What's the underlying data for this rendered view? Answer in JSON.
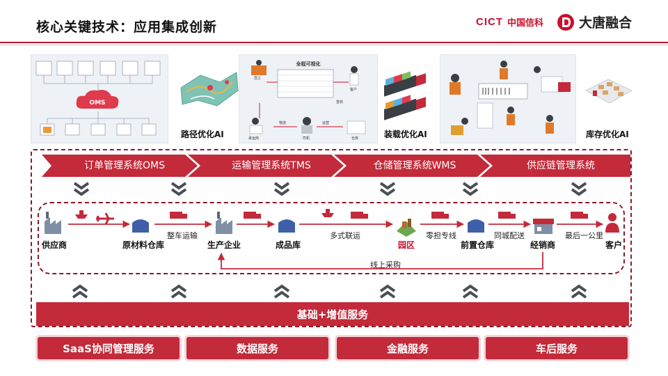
{
  "header": {
    "title": "核心关键技术：应用集成创新",
    "logo_cict": "CICT",
    "logo_cict_cn": "中国信科",
    "logo_datang_cn": "大唐融合"
  },
  "ai_modules": [
    {
      "label": "路径优化AI"
    },
    {
      "label": "装载优化AI"
    },
    {
      "label": "库存优化AI"
    }
  ],
  "illustration_text": {
    "oms_center": "OMS",
    "flow_chart_title": "全程可视化",
    "p2_labels": [
      "员工",
      "客户",
      "承运商",
      "司机",
      "仓库",
      "物流",
      "运营",
      "签收"
    ]
  },
  "systems": [
    {
      "label": "订单管理系统OMS"
    },
    {
      "label": "运输管理系统TMS"
    },
    {
      "label": "仓储管理系统WMS"
    },
    {
      "label": "供应链管理系统"
    }
  ],
  "chain_nodes": [
    {
      "label": "供应商",
      "highlight": false
    },
    {
      "label": "原材料仓库",
      "highlight": false
    },
    {
      "label": "生产企业",
      "highlight": false
    },
    {
      "label": "成品库",
      "highlight": false
    },
    {
      "label": "园区",
      "highlight": true
    },
    {
      "label": "前置仓库",
      "highlight": false
    },
    {
      "label": "经销商",
      "highlight": false
    },
    {
      "label": "客户",
      "highlight": false
    }
  ],
  "chain_edges": [
    {
      "label": "整车运输"
    },
    {
      "label": "多式联运"
    },
    {
      "label": "零担专线"
    },
    {
      "label": "同城配送"
    },
    {
      "label": "最后一公里"
    }
  ],
  "feedback_edge": {
    "label": "线上采购"
  },
  "base_layer": {
    "label": "基础+增值服务"
  },
  "services": [
    {
      "label": "SaaS协同管理服务"
    },
    {
      "label": "数据服务"
    },
    {
      "label": "金融服务"
    },
    {
      "label": "车后服务"
    }
  ],
  "colors": {
    "brand_red": "#c32a3a",
    "dark_red": "#8e1628",
    "highlight_text": "#c8102e",
    "chevron_gray": "#4a4f55"
  }
}
